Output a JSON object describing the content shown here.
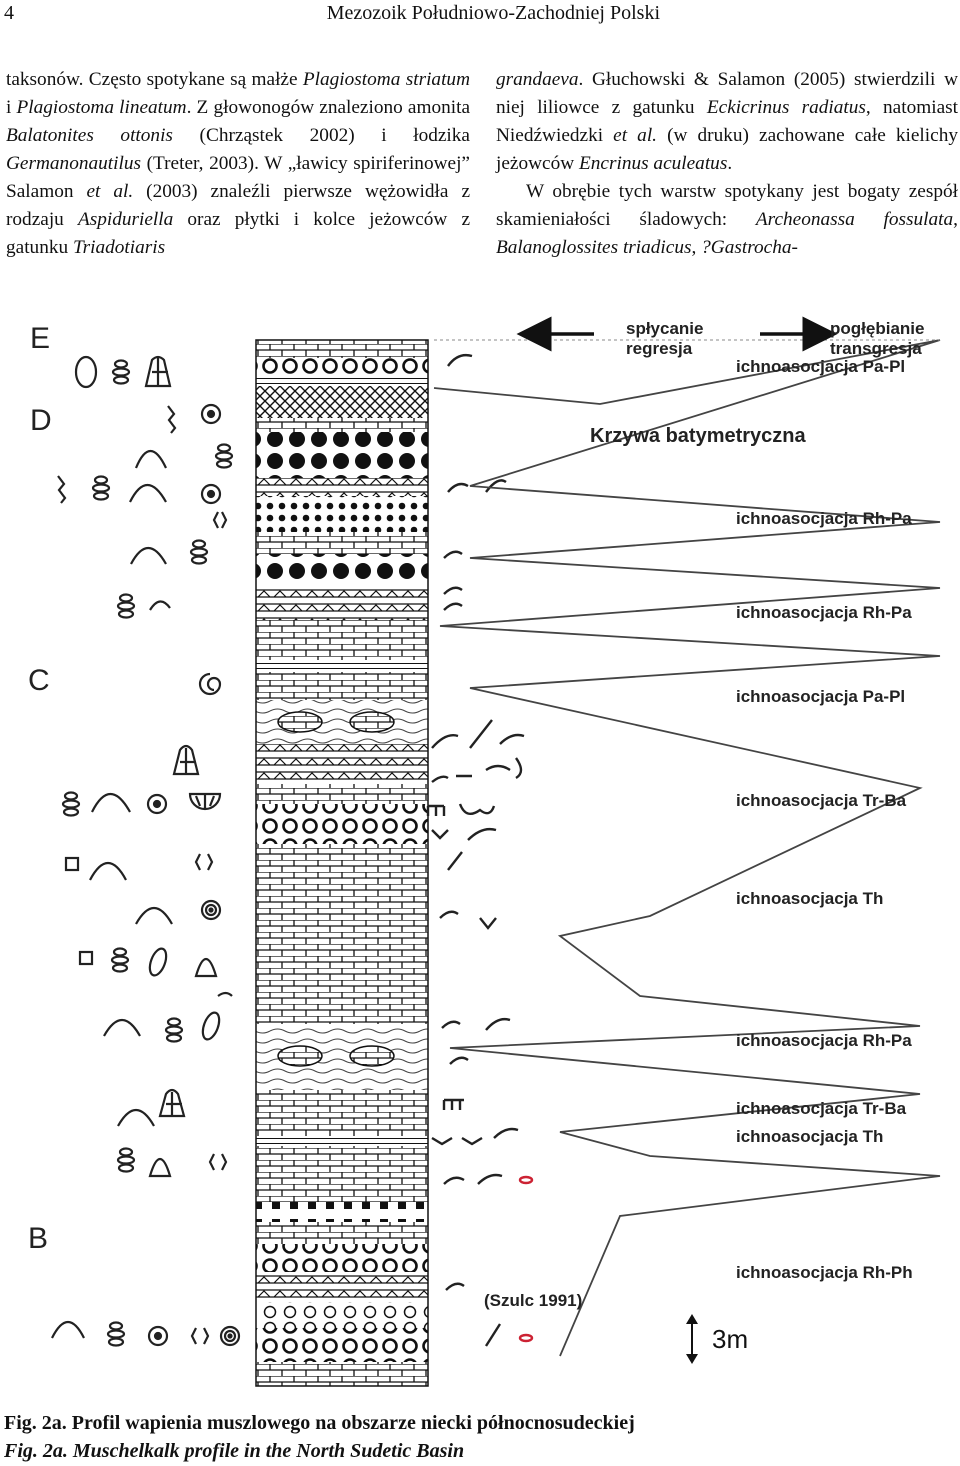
{
  "header": {
    "page_number": "4",
    "running_title": "Mezozoik Południowo-Zachodniej Polski"
  },
  "text_left": {
    "p1": "taksonów. Często spotykane są małże ",
    "p1_i1": "Plagiostoma striatum",
    "p1_b": " i ",
    "p1_i2": "Plagiostoma lineatum",
    "p1_c": ". Z głowonogów znaleziono amonita ",
    "p1_i3": "Balatonites ottonis",
    "p1_d": " (Chrząstek 2002) i łodzika ",
    "p1_i4": "Germanonautilus",
    "p1_e": " (Treter, 2003). W „ławicy spiriferinowej” Salamon ",
    "p1_i5": "et al.",
    "p1_f": " (2003) znaleźli pierwsze wężowidła z rodzaju ",
    "p1_i6": "Aspiduriella",
    "p1_g": " oraz płytki i kolce jeżowców z gatunku ",
    "p1_i7": "Triadotiaris"
  },
  "text_right": {
    "a_i": "grandaeva",
    "a": ". Głuchowski & Salamon (2005) stwierdzili w niej liliowce z gatunku ",
    "b_i": "Eckicrinus radiatus",
    "b": ", natomiast Niedźwiedzki ",
    "c_i": "et al.",
    "c": " (w druku) zachowane całe kielichy jeżowców ",
    "d_i": "Encrinus aculeatus",
    "d": ".",
    "p2": "W obrębie tych warstw spotykany jest bogaty zespół skamieniałości śladowych: ",
    "p2_i1": "Archeonassa fossulata",
    "p2_b": ", ",
    "p2_i2": "Balanoglossites triadicus",
    "p2_c": ", ",
    "p2_i3": "?Gastrocha-"
  },
  "figure": {
    "unit_labels": [
      "E",
      "D",
      "C",
      "B"
    ],
    "arrow_left": [
      "spłycanie",
      "regresja"
    ],
    "arrow_right": [
      "pogłębianie",
      "transgresja"
    ],
    "curve_title": "Krzywa batymetryczna",
    "ichno_labels": [
      "ichnoasocjacja Pa-Pl",
      "ichnoasocjacja Rh-Pa",
      "ichnoasocjacja Rh-Pa",
      "ichnoasocjacja Pa-Pl",
      "ichnoasocjacja Tr-Ba",
      "ichnoasocjacja Th",
      "ichnoasocjacja Rh-Pa",
      "ichnoasocjacja Tr-Ba",
      "ichnoasocjacja Th",
      "ichnoasocjacja Rh-Ph"
    ],
    "citation": "(Szulc 1991)",
    "scale_label": "3m"
  },
  "caption": {
    "pl": "Fig. 2a. Profil wapienia muszlowego na obszarze niecki północnosudeckiej",
    "en": "Fig. 2a. Muschelkalk profile in the North Sudetic Basin"
  }
}
